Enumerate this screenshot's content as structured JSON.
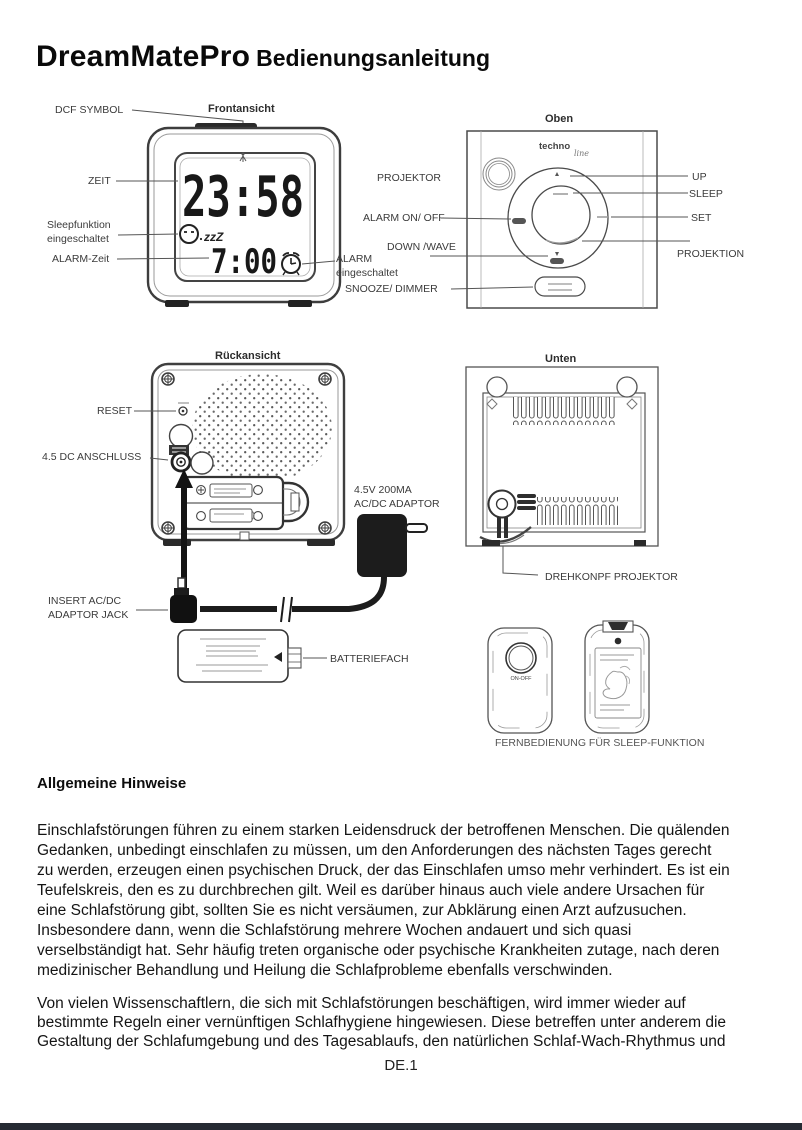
{
  "title": {
    "product": "DreamMatePro",
    "subtitle": "Bedienungsanleitung"
  },
  "front": {
    "title": "Frontansicht",
    "dcf": "DCF SYMBOL",
    "zeit": "ZEIT",
    "sleep_line1": "Sleepfunktion",
    "sleep_line2": "eingeschaltet",
    "alarm_zeit": "ALARM-Zeit",
    "alarm_on_line1": "ALARM",
    "alarm_on_line2": "eingeschaltet",
    "time": "23:58",
    "zzz": "zzZ",
    "alarm_time": "7:00"
  },
  "top": {
    "title": "Oben",
    "brand": "techno",
    "brand_sub": "line",
    "projektor": "PROJEKTOR",
    "alarm_onoff": "ALARM ON/ OFF",
    "down_wave": "DOWN /WAVE",
    "snooze": "SNOOZE/ DIMMER",
    "up": "UP",
    "sleep": "SLEEP",
    "set": "SET",
    "projektion": "PROJEKTION"
  },
  "rear": {
    "title": "Rückansicht",
    "reset": "RESET",
    "dc": "4.5 DC ANSCHLUSS",
    "adaptor_line1": "4.5V 200MA",
    "adaptor_line2": "AC/DC ADAPTOR",
    "insert_line1": "INSERT AC/DC",
    "insert_line2": "ADAPTOR JACK",
    "batteriefach": "BATTERIEFACH"
  },
  "bottom": {
    "title": "Unten",
    "drehknopf": "DREHKONPF PROJEKTOR"
  },
  "remote": {
    "onoff": "ON-OFF",
    "caption": "FERNBEDIENUNG FÜR SLEEP-FUNKTION"
  },
  "content": {
    "heading": "Allgemeine Hinweise",
    "para1": [
      "Einschlafstörungen führen zu einem starken Leidensdruck der betroffenen Menschen. Die quälenden",
      "Gedanken, unbedingt einschlafen zu müssen, um den Anforderungen des nächsten Tages gerecht",
      "zu werden, erzeugen einen psychischen Druck, der das Einschlafen umso mehr verhindert. Es ist ein",
      "Teufelskreis, den es zu durchbrechen gilt. Weil es darüber hinaus auch viele andere Ursachen für",
      "eine Schlafstörung gibt, sollten Sie es nicht versäumen, zur Abklärung einen Arzt aufzusuchen.",
      "Insbesondere dann, wenn die Schlafstörung mehrere Wochen andauert und sich quasi",
      "verselbständigt hat. Sehr häufig treten organische oder psychische Krankheiten zutage, nach deren",
      "medizinischer Behandlung und Heilung die Schlafprobleme ebenfalls verschwinden."
    ],
    "para2": [
      "Von vielen Wissenschaftlern, die sich mit Schlafstörungen beschäftigen, wird immer wieder auf",
      "bestimmte Regeln einer vernünftigen Schlafhygiene hingewiesen. Diese betreffen  unter anderem die",
      "Gestaltung der Schlafumgebung und des Tagesablaufs, den natürlichen Schlaf-Wach-Rhythmus und"
    ],
    "footer": "DE.1"
  }
}
